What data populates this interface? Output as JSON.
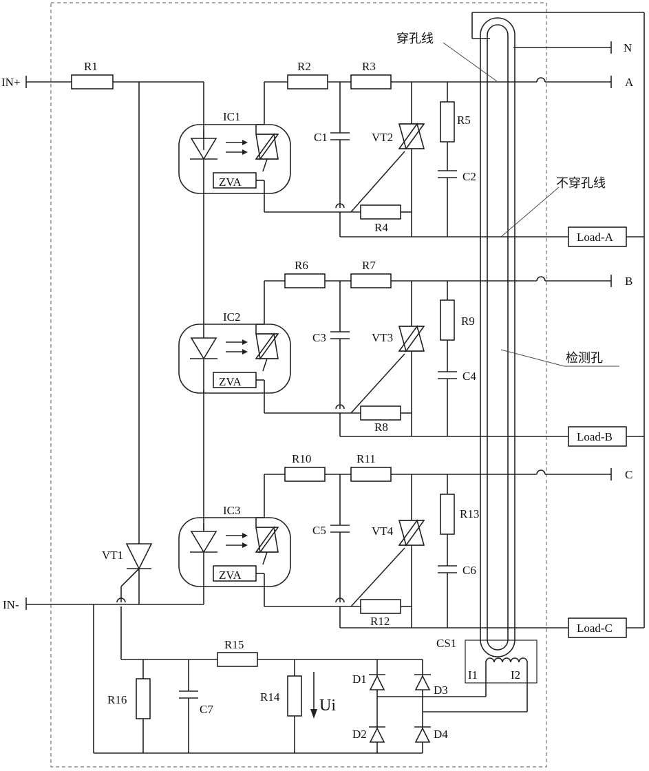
{
  "labels": {
    "in_plus": "IN+",
    "in_minus": "IN-",
    "R1": "R1",
    "R2": "R2",
    "R3": "R3",
    "R4": "R4",
    "R5": "R5",
    "R6": "R6",
    "R7": "R7",
    "R8": "R8",
    "R9": "R9",
    "R10": "R10",
    "R11": "R11",
    "R12": "R12",
    "R13": "R13",
    "R14": "R14",
    "R15": "R15",
    "R16": "R16",
    "C1": "C1",
    "C2": "C2",
    "C3": "C3",
    "C4": "C4",
    "C5": "C5",
    "C6": "C6",
    "C7": "C7",
    "IC1": "IC1",
    "IC2": "IC2",
    "IC3": "IC3",
    "zva": "ZVA",
    "VT1": "VT1",
    "VT2": "VT2",
    "VT3": "VT3",
    "VT4": "VT4",
    "D1": "D1",
    "D2": "D2",
    "D3": "D3",
    "D4": "D4",
    "CS1": "CS1",
    "I1": "I1",
    "I2": "I2",
    "Ui": "Ui",
    "N": "N",
    "A": "A",
    "B": "B",
    "C": "C",
    "load_a": "Load-A",
    "load_b": "Load-B",
    "load_c": "Load-C",
    "through_wire": "穿孔线",
    "non_through_wire": "不穿孔线",
    "detection_hole": "检测孔"
  }
}
